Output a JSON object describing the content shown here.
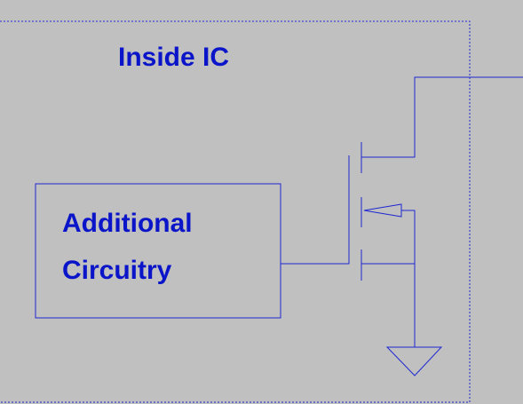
{
  "diagram": {
    "boundary_label": "Inside IC",
    "block_label_lines": [
      "Additional",
      "Circuitry"
    ]
  },
  "colors": {
    "background": "#c0c0c0",
    "wire": "#1e28d2",
    "text": "#0a14c8"
  }
}
